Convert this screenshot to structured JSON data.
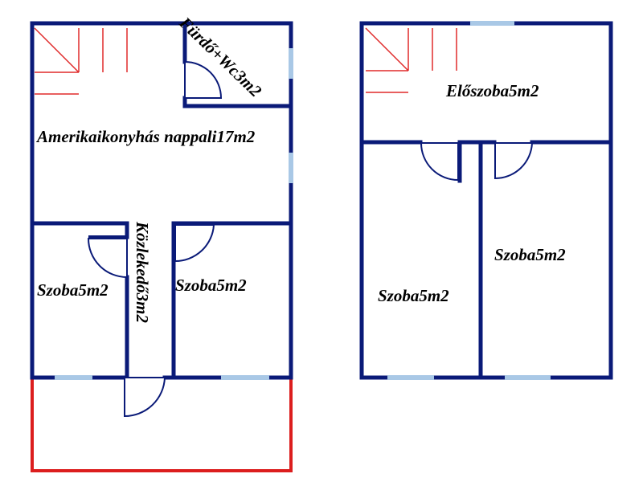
{
  "labels": {
    "living": "Amerikaikonyhás nappali17m2",
    "bath": "Fürdő+Wc3m2",
    "room_left_ground": "Szoba5m2",
    "corridor": "Közlekedő3m2",
    "room_right_ground": "Szoba5m2",
    "hall_upper": "Előszoba5m2",
    "room_left_upper": "Szoba5m2",
    "room_right_upper": "Szoba5m2"
  },
  "colors": {
    "wall": "#0a1a78",
    "window": "#a9c8e6",
    "balcony": "#dc1e1e",
    "stairs": "#e02a2a"
  }
}
